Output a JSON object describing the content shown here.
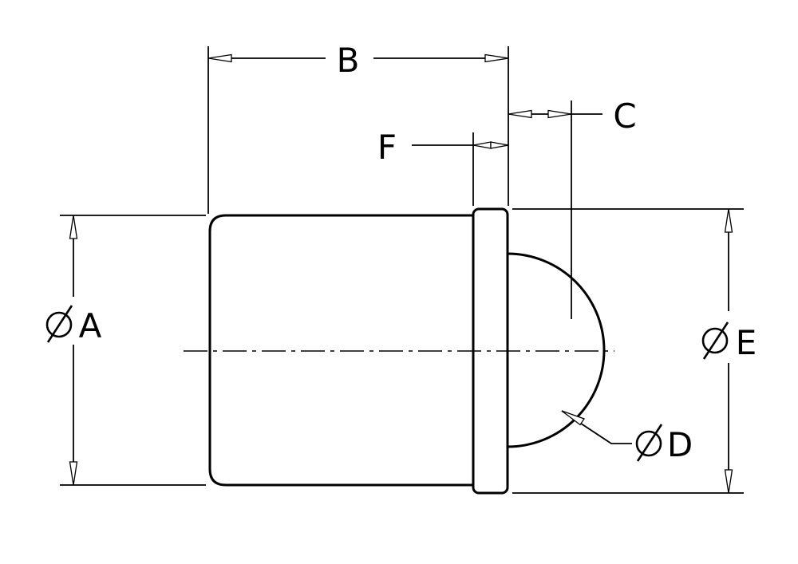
{
  "labels": {
    "a": "A",
    "b": "B",
    "c": "C",
    "d": "D",
    "e": "E",
    "f": "F"
  },
  "diameter_symbol_icon": "diameter-icon"
}
